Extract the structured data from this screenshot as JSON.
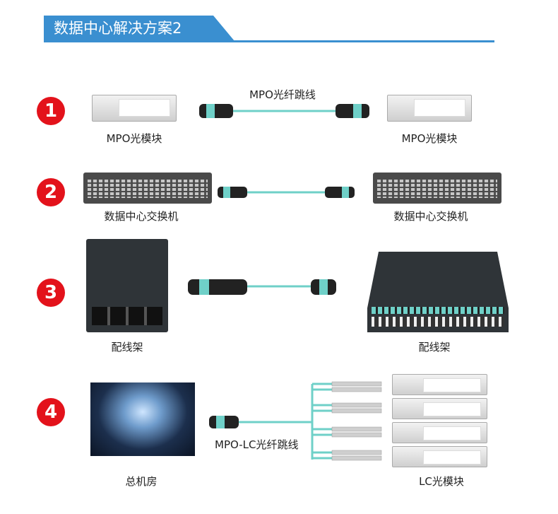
{
  "title": "数据中心解决方案2",
  "colors": {
    "accent": "#3a8fd0",
    "badge": "#e3121b",
    "fiber": "#6fd0c8"
  },
  "rows": [
    {
      "number": "1",
      "left_label": "MPO光模块",
      "cable_label": "MPO光纤跳线",
      "right_label": "MPO光模块"
    },
    {
      "number": "2",
      "left_label": "数据中心交换机",
      "right_label": "数据中心交换机"
    },
    {
      "number": "3",
      "left_label": "配线架",
      "right_label": "配线架"
    },
    {
      "number": "4",
      "left_label": "总机房",
      "cable_label": "MPO-LC光纤跳线",
      "right_label": "LC光模块"
    }
  ]
}
